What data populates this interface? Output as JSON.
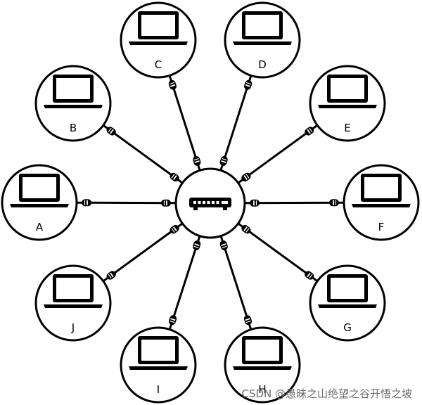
{
  "diagram": {
    "hub": {
      "icon": "router-switch-icon"
    },
    "nodes": [
      {
        "id": "A",
        "label": "A",
        "icon": "laptop-icon"
      },
      {
        "id": "B",
        "label": "B",
        "icon": "laptop-icon"
      },
      {
        "id": "C",
        "label": "C",
        "icon": "laptop-icon"
      },
      {
        "id": "D",
        "label": "D",
        "icon": "laptop-icon"
      },
      {
        "id": "E",
        "label": "E",
        "icon": "laptop-icon"
      },
      {
        "id": "F",
        "label": "F",
        "icon": "laptop-icon"
      },
      {
        "id": "G",
        "label": "G",
        "icon": "laptop-icon"
      },
      {
        "id": "H",
        "label": "H",
        "icon": "laptop-icon"
      },
      {
        "id": "I",
        "label": "I",
        "icon": "laptop-icon"
      },
      {
        "id": "J",
        "label": "J",
        "icon": "laptop-icon"
      }
    ],
    "connector_icon": "cable-connector-icon"
  },
  "watermark": "CSDN @愚昧之山绝望之谷开悟之坡"
}
